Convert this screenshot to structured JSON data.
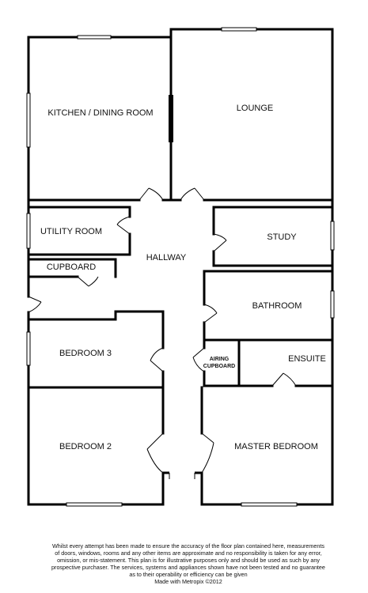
{
  "rooms": {
    "kitchen": "KITCHEN / DINING ROOM",
    "lounge": "LOUNGE",
    "utility": "UTILITY ROOM",
    "study": "STUDY",
    "cupboard": "CUPBOARD",
    "hallway": "HALLWAY",
    "bathroom": "BATHROOM",
    "bedroom3": "BEDROOM 3",
    "airing_line1": "AIRING",
    "airing_line2": "CUPBOARD",
    "ensuite": "ENSUITE",
    "bedroom2": "BEDROOM 2",
    "master": "MASTER BEDROOM"
  },
  "disclaimer": {
    "line1": "Whilst every attempt has been made to ensure the accuracy of the floor plan contained here, measurements",
    "line2": "of doors, windows, rooms and any other items are approximate and no responsibility is taken for any error,",
    "line3": "omission, or mis-statement. This plan is for illustrative purposes only and should be used as such by any",
    "line4": "prospective purchaser. The services, systems and appliances shown have not been tested and no guarantee",
    "line5": "as to their operability or efficiency can be given",
    "line6": "Made with Metropix ©2012"
  }
}
